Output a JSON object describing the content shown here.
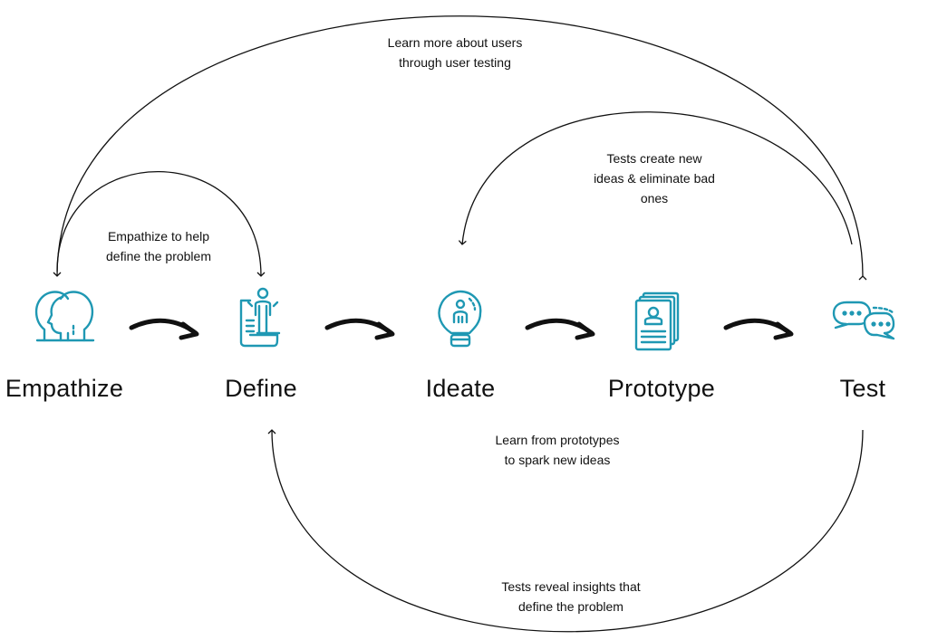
{
  "accent_color": "#1f98b3",
  "stages": [
    {
      "label": "Empathize",
      "icon": "two-heads-icon"
    },
    {
      "label": "Define",
      "icon": "person-on-document-icon"
    },
    {
      "label": "Ideate",
      "icon": "lightbulb-person-icon"
    },
    {
      "label": "Prototype",
      "icon": "profile-cards-icon"
    },
    {
      "label": "Test",
      "icon": "chat-bubbles-icon"
    }
  ],
  "feedback_loops": [
    {
      "lines": [
        "Learn more about users",
        "through user testing"
      ]
    },
    {
      "lines": [
        "Tests create new",
        "ideas & eliminate bad",
        "ones"
      ]
    },
    {
      "lines": [
        "Empathize to help",
        "define the problem"
      ]
    },
    {
      "lines": [
        "Learn from prototypes",
        "to spark new ideas"
      ]
    },
    {
      "lines": [
        "Tests reveal insights that",
        "define the problem"
      ]
    }
  ]
}
